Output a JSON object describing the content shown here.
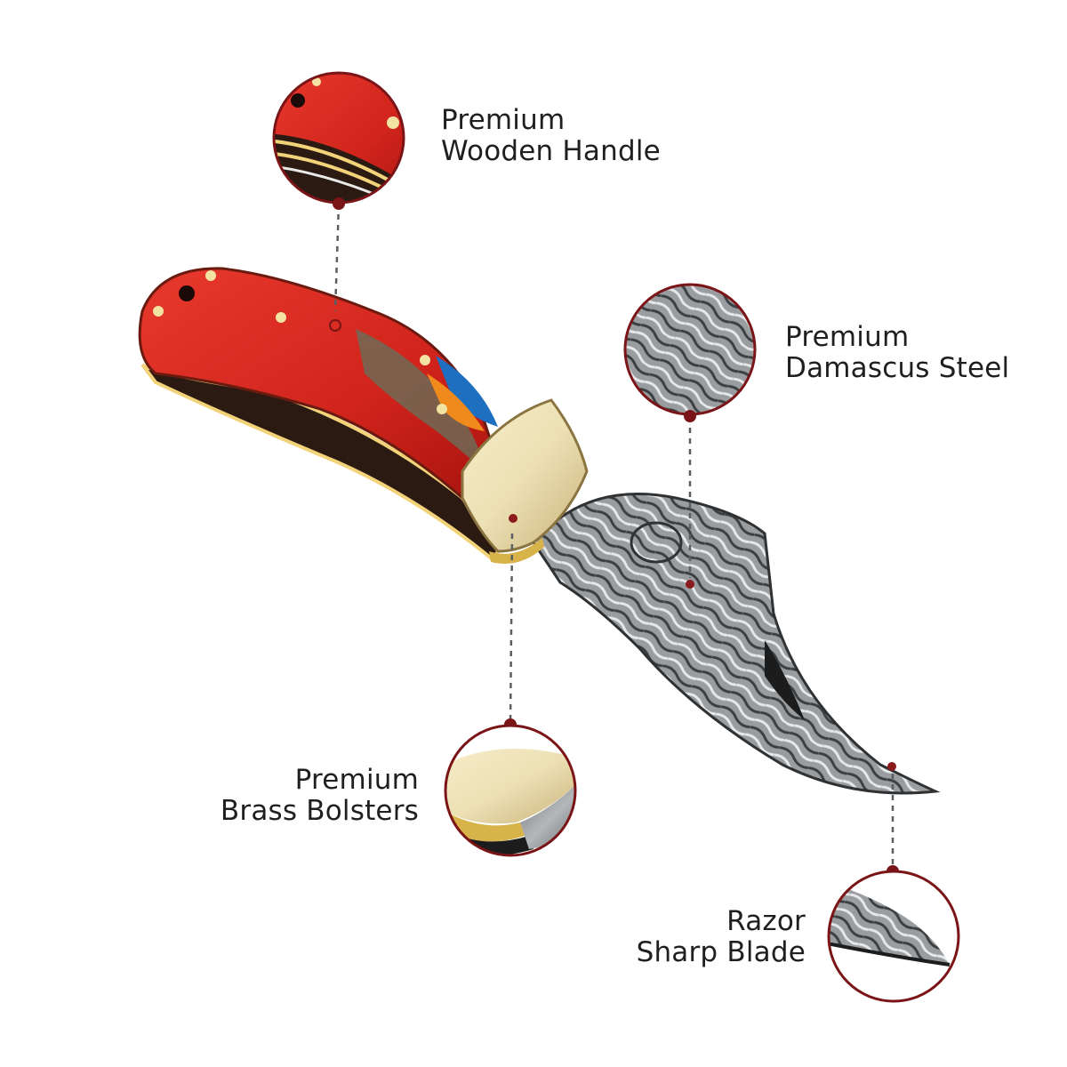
{
  "features": [
    {
      "id": "handle",
      "line1": "Premium",
      "line2": "Wooden Handle"
    },
    {
      "id": "steel",
      "line1": "Premium",
      "line2": "Damascus Steel"
    },
    {
      "id": "bolsters",
      "line1": "Premium",
      "line2": "Brass Bolsters"
    },
    {
      "id": "blade",
      "line1": "Razor",
      "line2": "Sharp Blade"
    }
  ],
  "colors": {
    "callout_ring": "#7a1416",
    "leader_line": "#5a5f63",
    "wood_red": "#d92b22",
    "brass": "#e8d9a8",
    "steel": "#8a8d90"
  },
  "icons": [
    "folding-knife",
    "wooden-handle-closeup",
    "damascus-steel-closeup",
    "brass-bolster-closeup",
    "blade-tip-closeup"
  ]
}
